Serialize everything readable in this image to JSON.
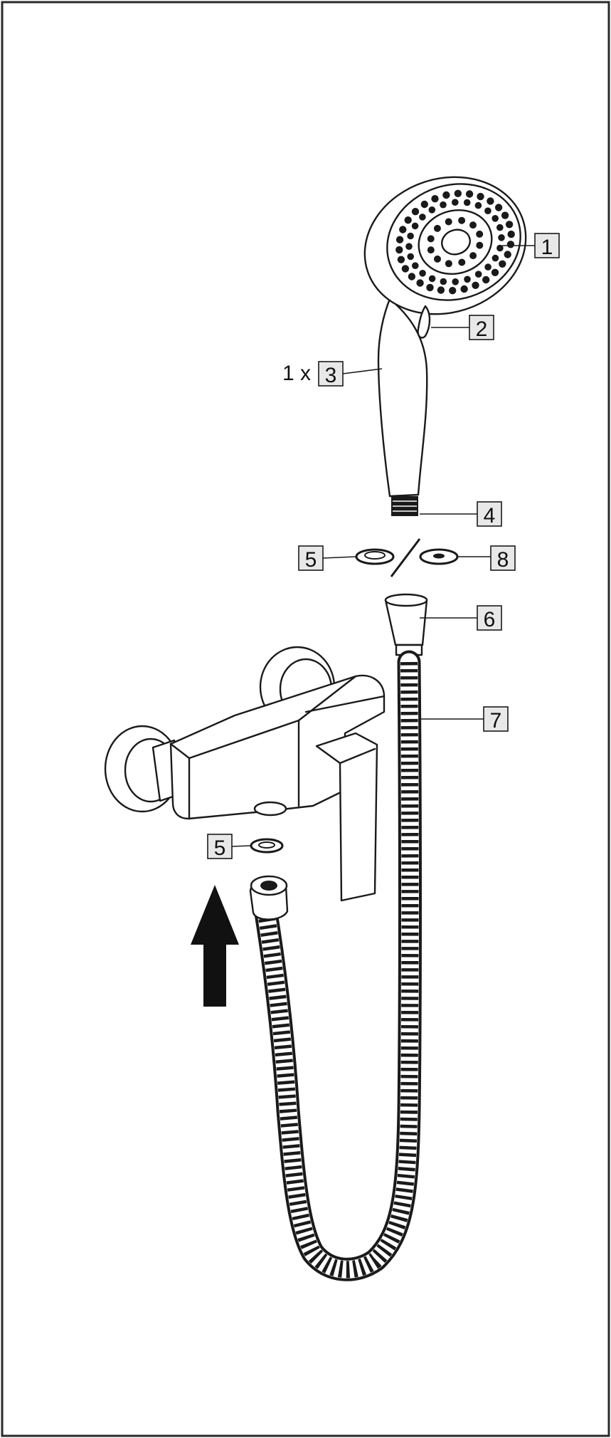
{
  "diagram": {
    "callouts": [
      {
        "id": "part-1",
        "label": "1"
      },
      {
        "id": "part-2",
        "label": "2"
      },
      {
        "id": "part-3",
        "label": "3",
        "prefix": "1 x"
      },
      {
        "id": "part-4",
        "label": "4"
      },
      {
        "id": "part-5a",
        "label": "5"
      },
      {
        "id": "part-8",
        "label": "8"
      },
      {
        "id": "part-6",
        "label": "6"
      },
      {
        "id": "part-7",
        "label": "7"
      },
      {
        "id": "part-5b",
        "label": "5"
      }
    ],
    "colors": {
      "ink": "#1a1a1a",
      "callout_fill": "#e8e8e8",
      "border": "#2a2a2a"
    }
  }
}
